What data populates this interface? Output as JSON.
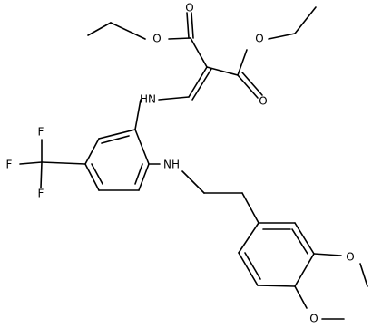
{
  "structure": {
    "atoms": {
      "o_ester1_carbonyl": "O",
      "o_ester1_ether": "O",
      "o_ester2_ether": "O",
      "o_ester2_carbonyl": "O",
      "nh_top": "HN",
      "nh_bottom": "NH",
      "f_top": "F",
      "f_left": "F",
      "f_bottom": "F",
      "o_methoxy_meta": "O",
      "o_methoxy_para": "O"
    }
  },
  "colors": {
    "line": "#000000",
    "background": "#ffffff"
  }
}
